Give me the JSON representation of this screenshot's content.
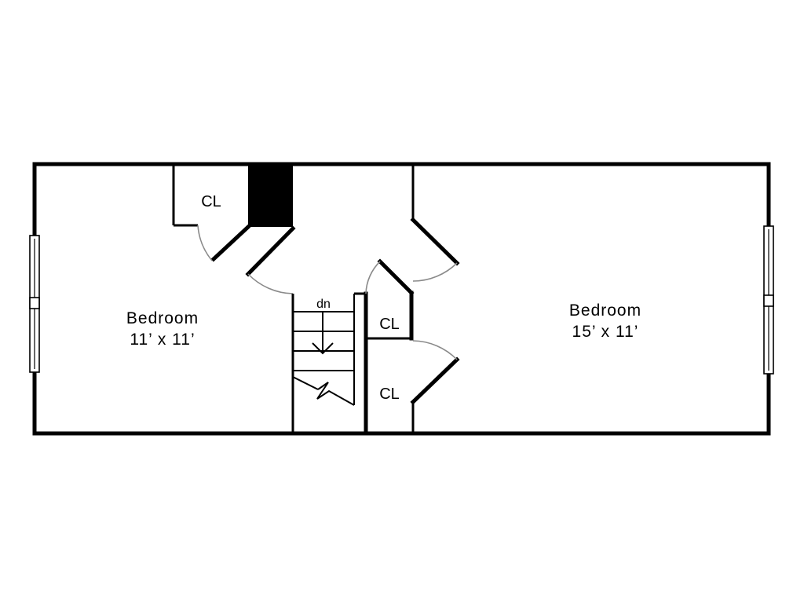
{
  "floor_plan": {
    "rooms": [
      {
        "id": "left-bedroom",
        "name": "Bedroom",
        "dimensions": "11’ x 11’"
      },
      {
        "id": "right-bedroom",
        "name": "Bedroom",
        "dimensions": "15’ x 11’"
      }
    ],
    "closets": [
      {
        "id": "closet-top-left",
        "label": "CL"
      },
      {
        "id": "closet-middle",
        "label": "CL"
      },
      {
        "id": "closet-bottom",
        "label": "CL"
      }
    ],
    "stairs": {
      "direction_label": "dn"
    }
  }
}
